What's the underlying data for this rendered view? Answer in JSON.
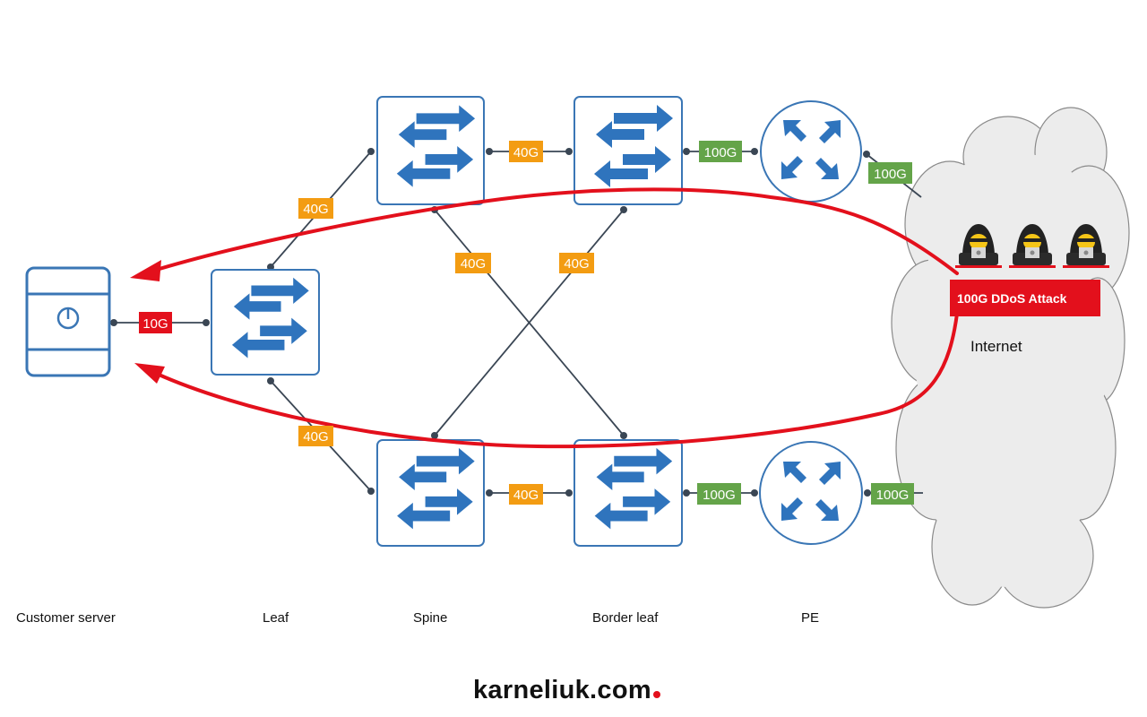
{
  "colors": {
    "device_stroke": "#3a76b5",
    "arrow_fill": "#2f74bd",
    "link_line": "#3a4654",
    "link_40g": "#f39c12",
    "link_100g": "#64a449",
    "link_10g": "#e3101c",
    "attack_path": "#e3101c",
    "cloud_fill": "#ececec",
    "cloud_stroke": "#8a8a8a",
    "logo_dot": "#e3101c"
  },
  "icons": {
    "server": "server-power-icon",
    "switch": "switch-arrows-icon",
    "router": "router-arrows-icon",
    "attacker": "hacker-icon",
    "internet": "cloud-icon"
  },
  "link_labels": {
    "server_leaf": "10G",
    "leaf_spine_top": "40G",
    "leaf_spine_bottom": "40G",
    "cross_left": "40G",
    "cross_right": "40G",
    "spine_border_top": "40G",
    "spine_border_bottom": "40G",
    "border_pe_top": "100G",
    "border_pe_bottom": "100G",
    "pe_internet_top": "100G",
    "pe_internet_bottom": "100G"
  },
  "internet": {
    "label": "Internet",
    "attack_label": "100G DDoS Attack",
    "attacker_count": 3
  },
  "tiers": {
    "customer_server": "Customer server",
    "leaf": "Leaf",
    "spine": "Spine",
    "border_leaf": "Border leaf",
    "pe": "PE"
  },
  "logo": {
    "text": "karneliuk.com"
  }
}
